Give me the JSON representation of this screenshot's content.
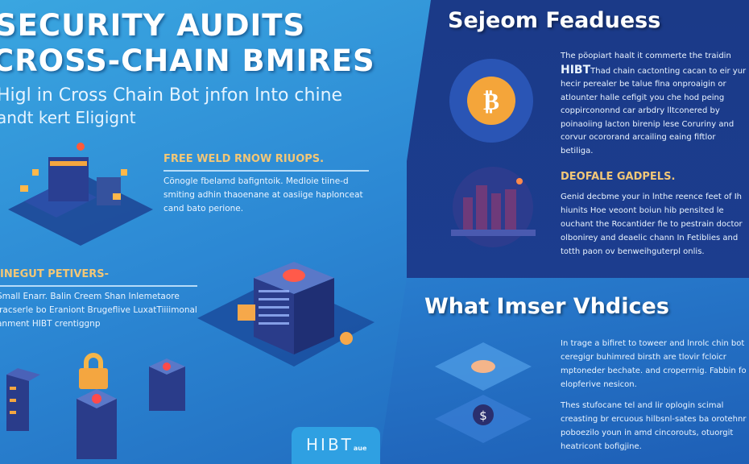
{
  "left": {
    "title_line1": "SECURITY AUDITS",
    "title_line2": "CROSS-CHAIN BMIRES",
    "subtitle_line1": "Higl in Cross Chain Bot jnfon lnto chine",
    "subtitle_line2": "andt kert Eligignt",
    "section1": {
      "heading": "FREE WELD RNOW RIUOPS.",
      "body": "Cönogle fbelamd bafigntoik. Medloie tiine-d smiting adhin thaoenane at oasiige haplonceat cand bato perione."
    },
    "section2": {
      "heading": "INEGUT PETIVERS-",
      "body": "Small Enarr. Balin Creem Shan Inlemetaore Iracserle bo Eraniont Brugeflive LuxatTiiiimonal anment HIBT crentiggnp"
    },
    "logo": {
      "text": "HIBT",
      "badge": "aue"
    }
  },
  "right": {
    "title": "Sejeom Feaduess",
    "section1": {
      "highlight": "HIBT",
      "body_start": "The pöopiart haalt it commerte the traidin",
      "body_rest": "Thad chain cactonting cacan to eir yur hecir perealer be talue fina onproaigin or atlounter halle cefigit you che hod peing coppircononnd car arbdry lltconered by poinaoiing lacton birenip lese Coruriny and corvur ocororand arcailing eaing fiftlor betiliga."
    },
    "section2": {
      "heading": "DEOFALE GADPELS.",
      "body": "Genid decbme your in lnthe reence feet of Ih hiunits Hoe veoont boiun hib pensited le ouchant the Rocantider fie to pestrain doctor olbonirey and deaelic chann In Fetiblies and totth paon ov benweihguterpl onlis."
    },
    "section3": {
      "title": "What Imser Vhdices",
      "body1": "In trage a bifiret to toweer and lnrolc chin bot ceregigr buhimred birsth are tlovir fcloicr mptoneder bechate. and croperrnig. Fabbin fo elopferive nesicon.",
      "body2": "Thes stufocane tel and lir oplogin scimal creasting br ercuous hilbsnl-sates ba orotehnr poboezilo youn in amd cincorouts, otuorgit heatricont bofigjine."
    }
  },
  "colors": {
    "accent_orange": "#f2c777",
    "navy": "#1b3a88",
    "sky": "#2c88d4"
  }
}
